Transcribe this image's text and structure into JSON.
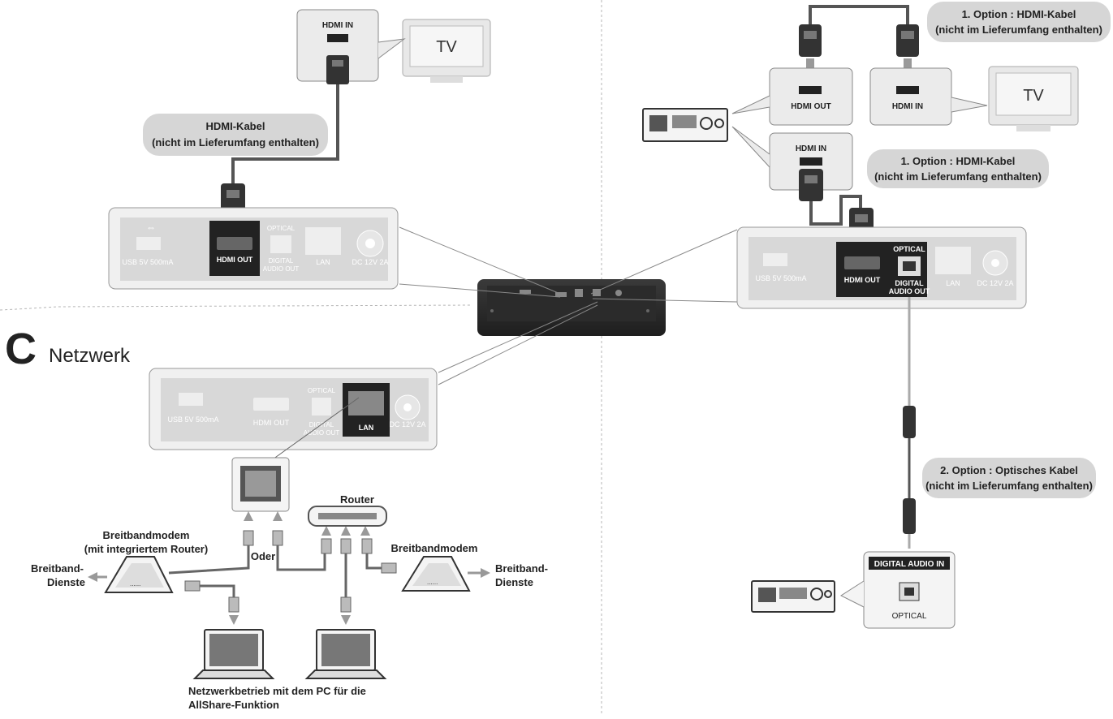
{
  "section": {
    "letter": "C",
    "title": "Netzwerk"
  },
  "ports": {
    "usb": "USB 5V 500mA",
    "hdmi_out": "HDMI OUT",
    "optical": "OPTICAL",
    "digital_audio_out_1": "DIGITAL",
    "digital_audio_out_2": "AUDIO OUT",
    "lan": "LAN",
    "dc": "DC 12V 2A",
    "hdmi_in": "HDMI IN"
  },
  "tv_label": "TV",
  "labels": {
    "hdmi_cable_1": "HDMI-Kabel",
    "hdmi_cable_2": "(nicht im Lieferumfang  enthalten)",
    "option1_a_1": "1. Option : HDMI-Kabel",
    "option1_a_2": "(nicht im Lieferumfang enthalten)",
    "option1_b_1": "1. Option : HDMI-Kabel",
    "option1_b_2": "(nicht im Lieferumfang enthalten)",
    "option2_1": "2. Option : Optisches Kabel",
    "option2_2": "(nicht im Lieferumfang enthalten)",
    "digital_audio_in": "DIGITAL AUDIO IN",
    "optical_in": "OPTICAL",
    "router": "Router",
    "modem_router_1": "Breitbandmodem",
    "modem_router_2": "(mit integriertem Router)",
    "oder": "Oder",
    "modem_right": "Breitbandmodem",
    "service_left_1": "Breitband-",
    "service_left_2": "Dienste",
    "service_right_1": "Breitband-",
    "service_right_2": "Dienste",
    "pc_caption_1": "Netzwerkbetrieb mit dem PC für die",
    "pc_caption_2": "AllShare-Funktion"
  }
}
